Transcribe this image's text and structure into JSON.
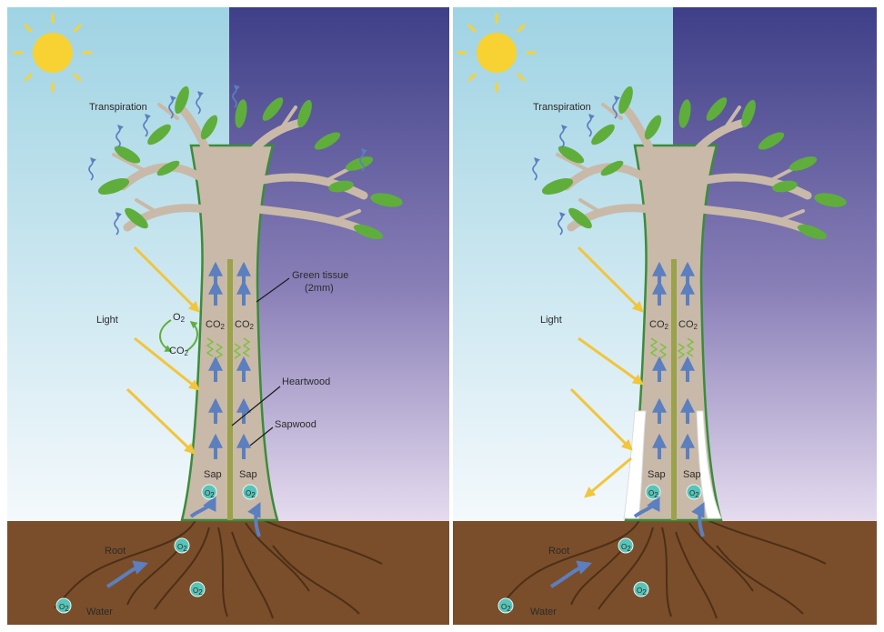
{
  "colors": {
    "day_sky_top": "#9fd3e3",
    "day_sky_bottom": "#f4f9fc",
    "night_sky_top": "#3e3f88",
    "night_sky_bottom": "#e6dcef",
    "soil": "#7a4e2a",
    "trunk": "#c9b9a8",
    "green_tissue": "#3b8c3b",
    "heartwood": "#9aa24a",
    "leaf": "#5fae3c",
    "sun": "#f7d232",
    "moon": "#f2ea9a",
    "light_arrow": "#f2c53a",
    "sap_arrow": "#5b7fbf",
    "o2_bubble": "#58c4b9",
    "bark_covering": "#ffffff"
  },
  "left_panel": {
    "labels": {
      "transpiration": "Transpiration",
      "light": "Light",
      "green_tissue": "Green tissue",
      "green_tissue_detail": "(2mm)",
      "heartwood": "Heartwood",
      "sapwood": "Sapwood",
      "sap_left": "Sap",
      "sap_right": "Sap",
      "root": "Root",
      "water": "Water",
      "cycle_o2": "O",
      "cycle_co2": "CO",
      "co2_left": "CO",
      "co2_right": "CO",
      "subscript": "2"
    },
    "bubbles": [
      "O",
      "O",
      "O",
      "O",
      "O"
    ]
  },
  "right_panel": {
    "labels": {
      "transpiration": "Transpiration",
      "light": "Light",
      "sap_left": "Sap",
      "sap_right": "Sap",
      "root": "Root",
      "water": "Water",
      "co2_left": "CO",
      "co2_right": "CO",
      "subscript": "2"
    },
    "bubbles": [
      "O",
      "O",
      "O",
      "O",
      "O"
    ],
    "covered_stem": true
  }
}
